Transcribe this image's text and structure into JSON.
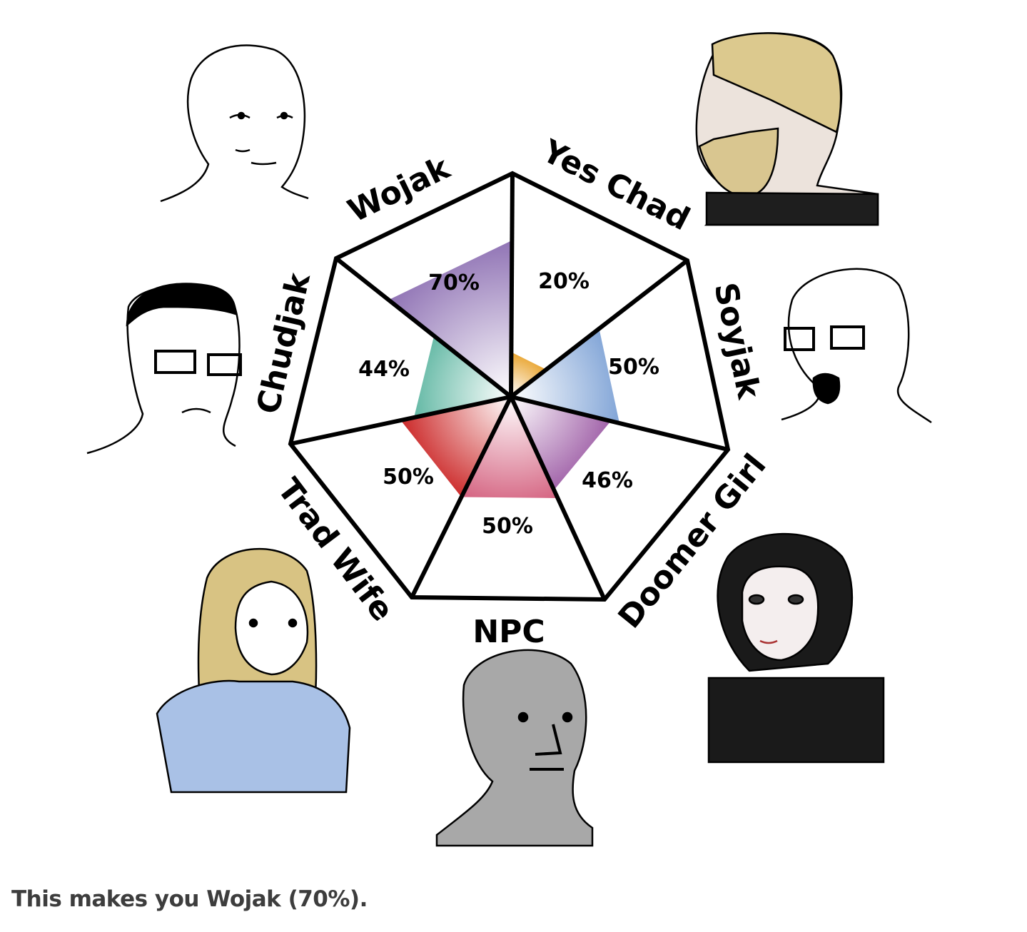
{
  "chart_data": {
    "type": "radar",
    "title": "",
    "categories": [
      "Wojak",
      "Yes Chad",
      "Soyjak",
      "Doomer Girl",
      "NPC",
      "Trad Wife",
      "Chudjak"
    ],
    "values": [
      70,
      20,
      50,
      46,
      50,
      50,
      44
    ],
    "value_labels": [
      "70%",
      "20%",
      "50%",
      "46%",
      "50%",
      "50%",
      "44%"
    ],
    "range": [
      0,
      100
    ],
    "colors": [
      "#8f72b4",
      "#e8a22a",
      "#7fa3d6",
      "#a061a8",
      "#d4617f",
      "#cc2a2a",
      "#62b8a4"
    ]
  },
  "caption": "This makes you Wojak (70%)."
}
